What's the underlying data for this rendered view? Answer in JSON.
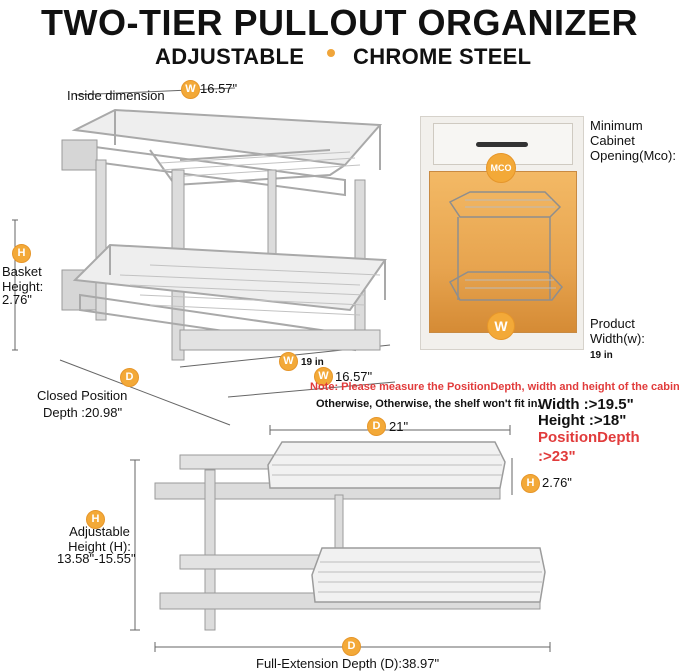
{
  "header": {
    "title": "TWO-TIER PULLOUT ORGANIZER",
    "subtitle_left": "ADJUSTABLE",
    "subtitle_right": "CHROME STEEL",
    "accent": "#f3a938"
  },
  "labels": {
    "inside_dimension": "Inside dimension",
    "inside_width": "16.57\"",
    "basket_height_label": "Basket Height:",
    "basket_height_value": "2.76\"",
    "width_19": "19 in",
    "width_16": "16.57\"",
    "closed_position": "Closed Position",
    "closed_depth": "Depth :20.98\"",
    "min_cabinet": "Minimum Cabinet Opening(Mco):",
    "product_width": "Product Width(w):",
    "product_width_value": "19 in",
    "mco_badge": "MCO",
    "w_badge": "W",
    "h_badge": "H",
    "d_badge": "D",
    "extended_width": "21\"",
    "extended_height": "2.76\"",
    "adjustable_height": "Adjustable Height (H):",
    "adjustable_height_value": "13.58\"-15.55\"",
    "full_extension": "Full-Extension Depth (D):38.97\""
  },
  "note": {
    "red": "Note: Please measure the PositionDepth, width and height of the cabinet.",
    "black": "Otherwise, Otherwise, the shelf won't fit in."
  },
  "specs": {
    "width": "Width :>19.5\"",
    "height": "Height :>18\"",
    "position_depth": "PositionDepth :>23\"",
    "red": "#e13b3b"
  }
}
